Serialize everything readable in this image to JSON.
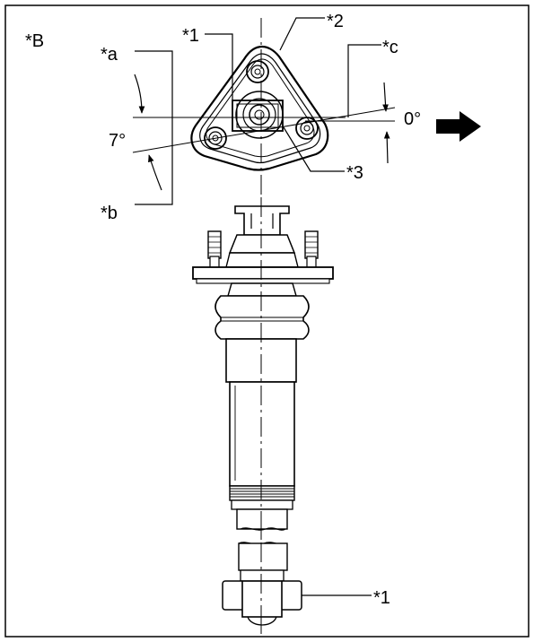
{
  "panel_label": "*B",
  "callouts": {
    "a": "*a",
    "b": "*b",
    "c": "*c",
    "part1_top": "*1",
    "part2": "*2",
    "part3": "*3",
    "part1_bottom": "*1"
  },
  "angles": {
    "left": "7°",
    "right": "0°"
  },
  "arrow_direction": "right"
}
